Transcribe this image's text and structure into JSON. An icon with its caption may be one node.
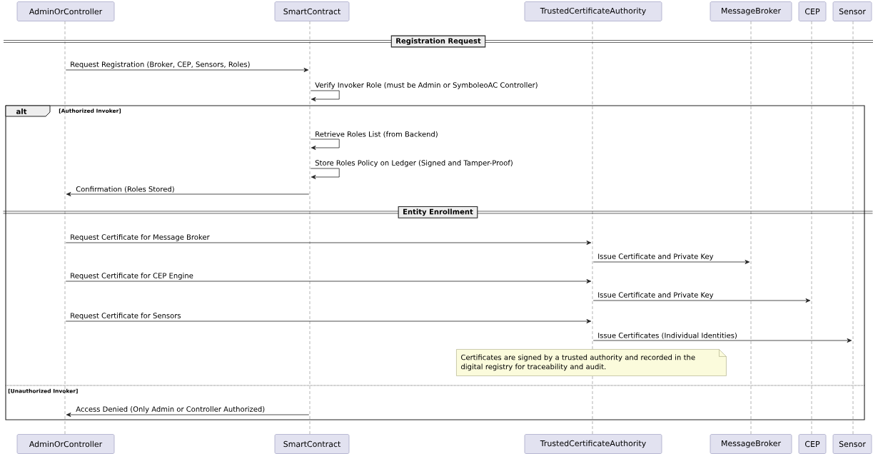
{
  "diagram": {
    "nodes": [
      {
        "text": [
          "AdminOrController"
        ]
      },
      {
        "text": [
          "SmartContract"
        ]
      },
      {
        "text": [
          "TrustedCertificateAuthority"
        ]
      },
      {
        "text": [
          "MessageBroker"
        ]
      },
      {
        "text": [
          "CEP"
        ]
      },
      {
        "text": [
          "Sensor"
        ]
      },
      {
        "text": [],
        "shape": "bar"
      },
      {
        "text": [],
        "shape": "bar"
      },
      {
        "text": [],
        "shape": "bar"
      },
      {
        "text": [],
        "shape": "bar"
      },
      {
        "text": [],
        "shape": "bar"
      },
      {
        "text": [],
        "shape": "bar"
      },
      {
        "text": [
          "Registration Request"
        ]
      },
      {
        "text": [
          "alt",
          "[Authorized Invoker]",
          "[Unauthorized Invoker]"
        ]
      },
      {
        "text": [
          "Entity Enrollment"
        ],
        "in": 13
      },
      {
        "text": [
          "Certificates are signed by a trusted authority and recorded in the digital registry for traceability and audit."
        ],
        "in": 13
      },
      {
        "text": [
          "AdminOrController"
        ]
      },
      {
        "text": [
          "SmartContract"
        ]
      },
      {
        "text": [
          "TrustedCertificateAuthority"
        ]
      },
      {
        "text": [
          "MessageBroker"
        ]
      },
      {
        "text": [
          "CEP"
        ]
      },
      {
        "text": [
          "Sensor"
        ]
      }
    ],
    "edges": [
      {
        "from": 6,
        "to": 7,
        "arrow": "to",
        "label": "Request Registration (Broker, CEP, Sensors, Roles)"
      },
      {
        "from": 7,
        "to": 7,
        "arrow": "to",
        "label": "Verify Invoker Role (must be Admin or SymboleoAC Controller)"
      },
      {
        "from": 7,
        "to": 7,
        "arrow": "to",
        "label": "Retrieve Roles List (from Backend)"
      },
      {
        "from": 7,
        "to": 7,
        "arrow": "to",
        "label": "Store Roles Policy on Ledger (Signed and Tamper-Proof)"
      },
      {
        "from": 7,
        "to": 6,
        "arrow": "to",
        "label": "Confirmation (Roles Stored)"
      },
      {
        "from": 6,
        "to": 8,
        "arrow": "to",
        "label": "Request Certificate for Message Broker"
      },
      {
        "from": 8,
        "to": 9,
        "arrow": "to",
        "label": "Issue Certificate and Private Key"
      },
      {
        "from": 6,
        "to": 8,
        "arrow": "to",
        "label": "Request Certificate for CEP Engine"
      },
      {
        "from": 8,
        "to": 10,
        "arrow": "to",
        "label": "Issue Certificate and Private Key"
      },
      {
        "from": 6,
        "to": 8,
        "arrow": "to",
        "label": "Request Certificate for Sensors"
      },
      {
        "from": 8,
        "to": 11,
        "arrow": "to",
        "label": "Issue Certificates (Individual Identities)"
      },
      {
        "from": 7,
        "to": 6,
        "arrow": "to",
        "label": "Access Denied (Only Admin or Controller Authorized)"
      }
    ]
  }
}
